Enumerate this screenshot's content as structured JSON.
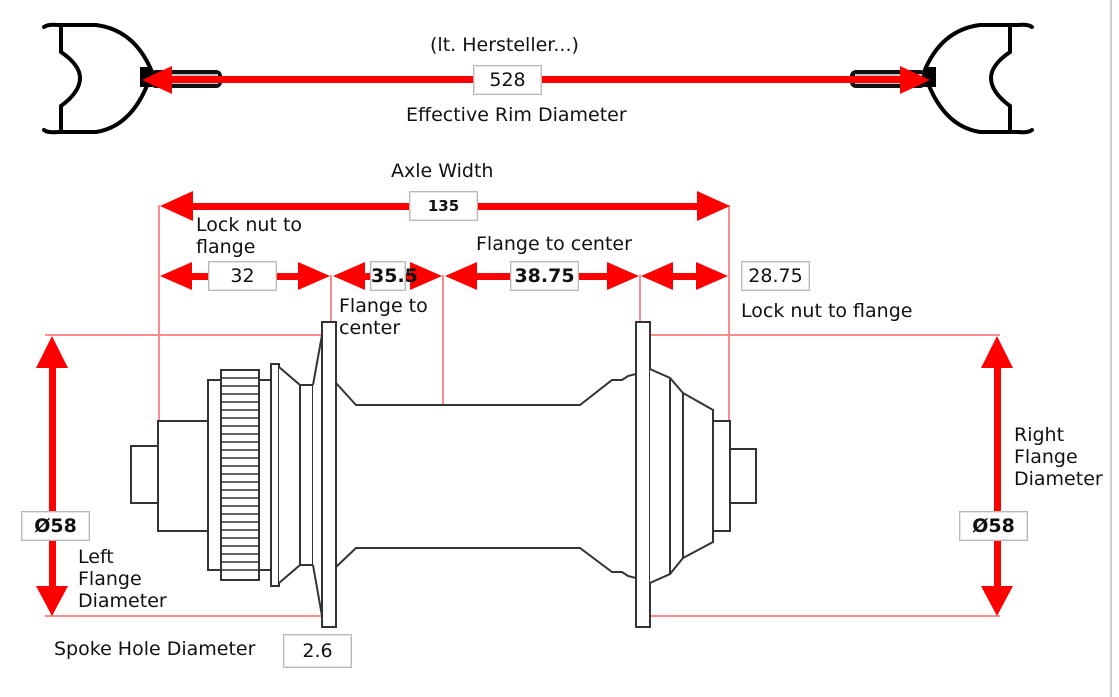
{
  "colors": {
    "dimension": "#ff0000",
    "guide": "#ff8c8c",
    "outline": "#222222",
    "box_border": "#b9b9b9"
  },
  "rim": {
    "note": "(lt. Hersteller...)",
    "value": "528",
    "label": "Effective Rim Diameter"
  },
  "axle": {
    "label": "Axle Width",
    "value": "135"
  },
  "left_locknut": {
    "label": "Lock nut to\nflange",
    "value": "32"
  },
  "left_flange_center": {
    "label": "Flange to\ncenter",
    "value": "35.5"
  },
  "right_flange_center": {
    "label": "Flange to center",
    "value": "38.75"
  },
  "right_locknut": {
    "label": "Lock nut to flange",
    "value": "28.75"
  },
  "left_flange_diameter": {
    "label": "Left\nFlange\nDiameter",
    "value": "Ø58"
  },
  "right_flange_diameter": {
    "label": "Right\nFlange\nDiameter",
    "value": "Ø58"
  },
  "spoke_hole": {
    "label": "Spoke Hole Diameter",
    "value": "2.6"
  }
}
